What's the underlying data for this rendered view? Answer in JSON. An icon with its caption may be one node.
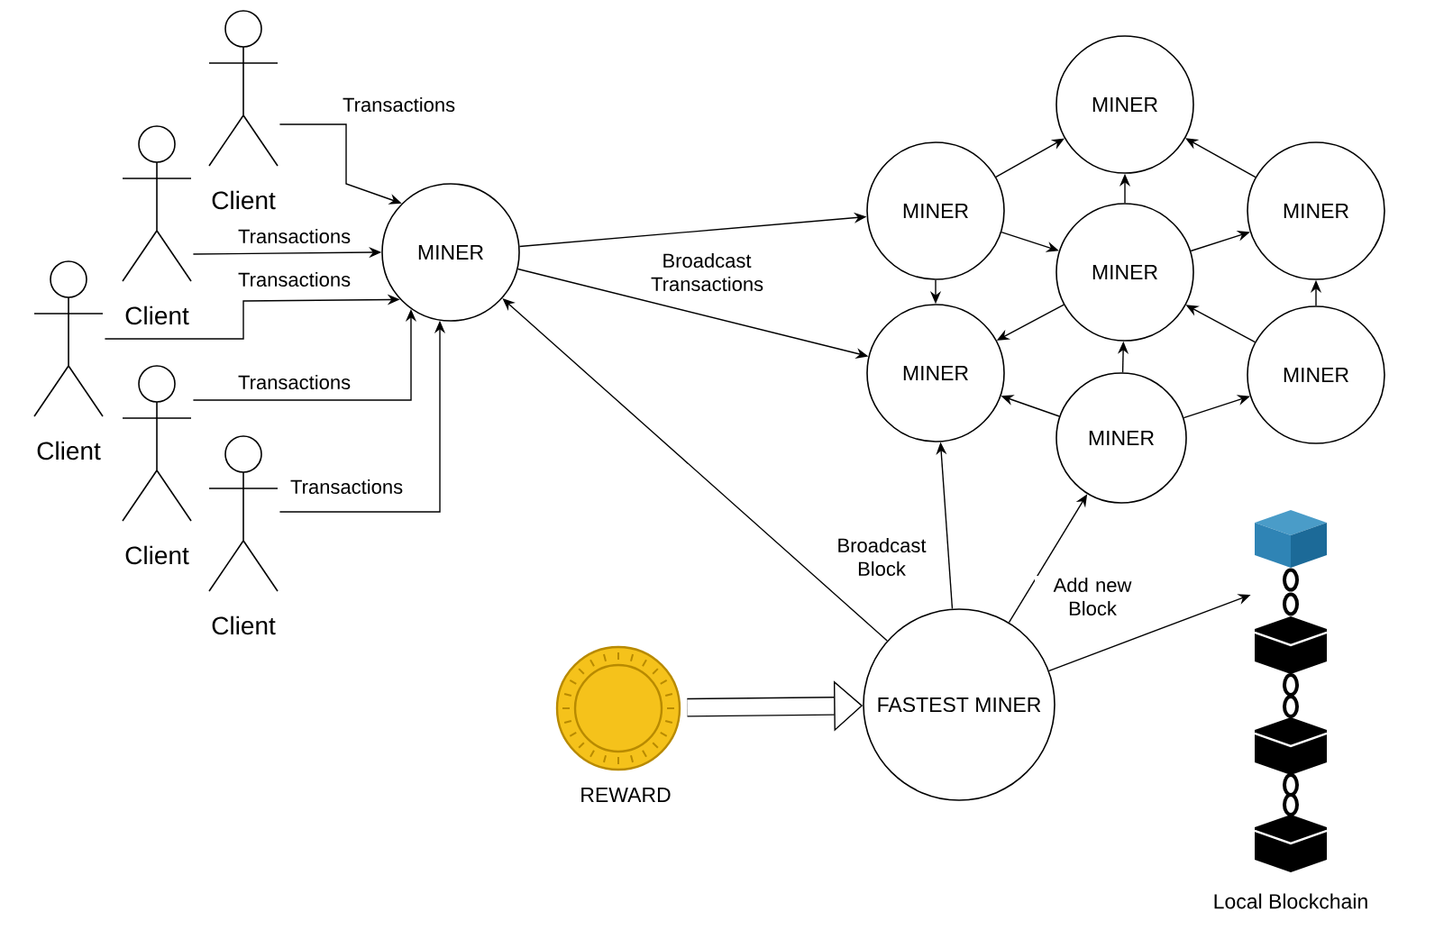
{
  "diagram": {
    "nodes": [
      {
        "text": [
          "Client"
        ]
      },
      {
        "text": [
          "Client"
        ]
      },
      {
        "text": [
          "Client"
        ]
      },
      {
        "text": [
          "Client"
        ]
      },
      {
        "text": [
          "Client"
        ]
      },
      {
        "text": [
          "MINER"
        ]
      },
      {
        "text": [
          "MINER"
        ]
      },
      {
        "text": [
          "MINER"
        ]
      },
      {
        "text": [
          "MINER"
        ]
      },
      {
        "text": [
          "MINER"
        ]
      },
      {
        "text": [
          "MINER"
        ]
      },
      {
        "text": [
          "MINER"
        ]
      },
      {
        "text": [
          "MINER"
        ]
      },
      {
        "text": [],
        "shape": "picture",
        "beside": [
          "REWARD"
        ]
      },
      {
        "text": [
          "FASTEST MINER"
        ]
      },
      {
        "text": [],
        "shape": "picture",
        "beside": [
          "Local Blockchain"
        ]
      }
    ],
    "edges": [
      {
        "from": 0,
        "to": 5,
        "arrow": "to",
        "label": "Transactions"
      },
      {
        "from": 1,
        "to": 5,
        "arrow": "to",
        "label": "Transactions"
      },
      {
        "from": 2,
        "to": 5,
        "arrow": "to",
        "label": "Transactions"
      },
      {
        "from": 3,
        "to": 5,
        "arrow": "to",
        "label": "Transactions"
      },
      {
        "from": 4,
        "to": 5,
        "arrow": "to",
        "label": "Transactions"
      },
      {
        "from": 5,
        "to": 7,
        "arrow": "to",
        "label": "Broadcast Transactions"
      },
      {
        "from": 5,
        "to": 10,
        "arrow": "to"
      },
      {
        "from": 7,
        "to": 6,
        "arrow": "to"
      },
      {
        "from": 7,
        "to": 9,
        "arrow": "to"
      },
      {
        "from": 7,
        "to": 10,
        "arrow": "to"
      },
      {
        "from": 9,
        "to": 6,
        "arrow": "to"
      },
      {
        "from": 8,
        "to": 6,
        "arrow": "to"
      },
      {
        "from": 9,
        "to": 8,
        "arrow": "to"
      },
      {
        "from": 9,
        "to": 10,
        "arrow": "to"
      },
      {
        "from": 11,
        "to": 8,
        "arrow": "to"
      },
      {
        "from": 11,
        "to": 9,
        "arrow": "to"
      },
      {
        "from": 12,
        "to": 9,
        "arrow": "to"
      },
      {
        "from": 12,
        "to": 10,
        "arrow": "to"
      },
      {
        "from": 12,
        "to": 11,
        "arrow": "to"
      },
      {
        "from": 14,
        "to": 5,
        "arrow": "to"
      },
      {
        "from": 14,
        "to": 10,
        "arrow": "to",
        "label": "Broadcast Block"
      },
      {
        "from": 14,
        "to": 12,
        "arrow": "to"
      },
      {
        "from": 14,
        "to": 15,
        "arrow": "to",
        "label": "Add new Block"
      },
      {
        "from": 13,
        "to": 14,
        "arrow": "to",
        "style": "thick"
      }
    ]
  }
}
